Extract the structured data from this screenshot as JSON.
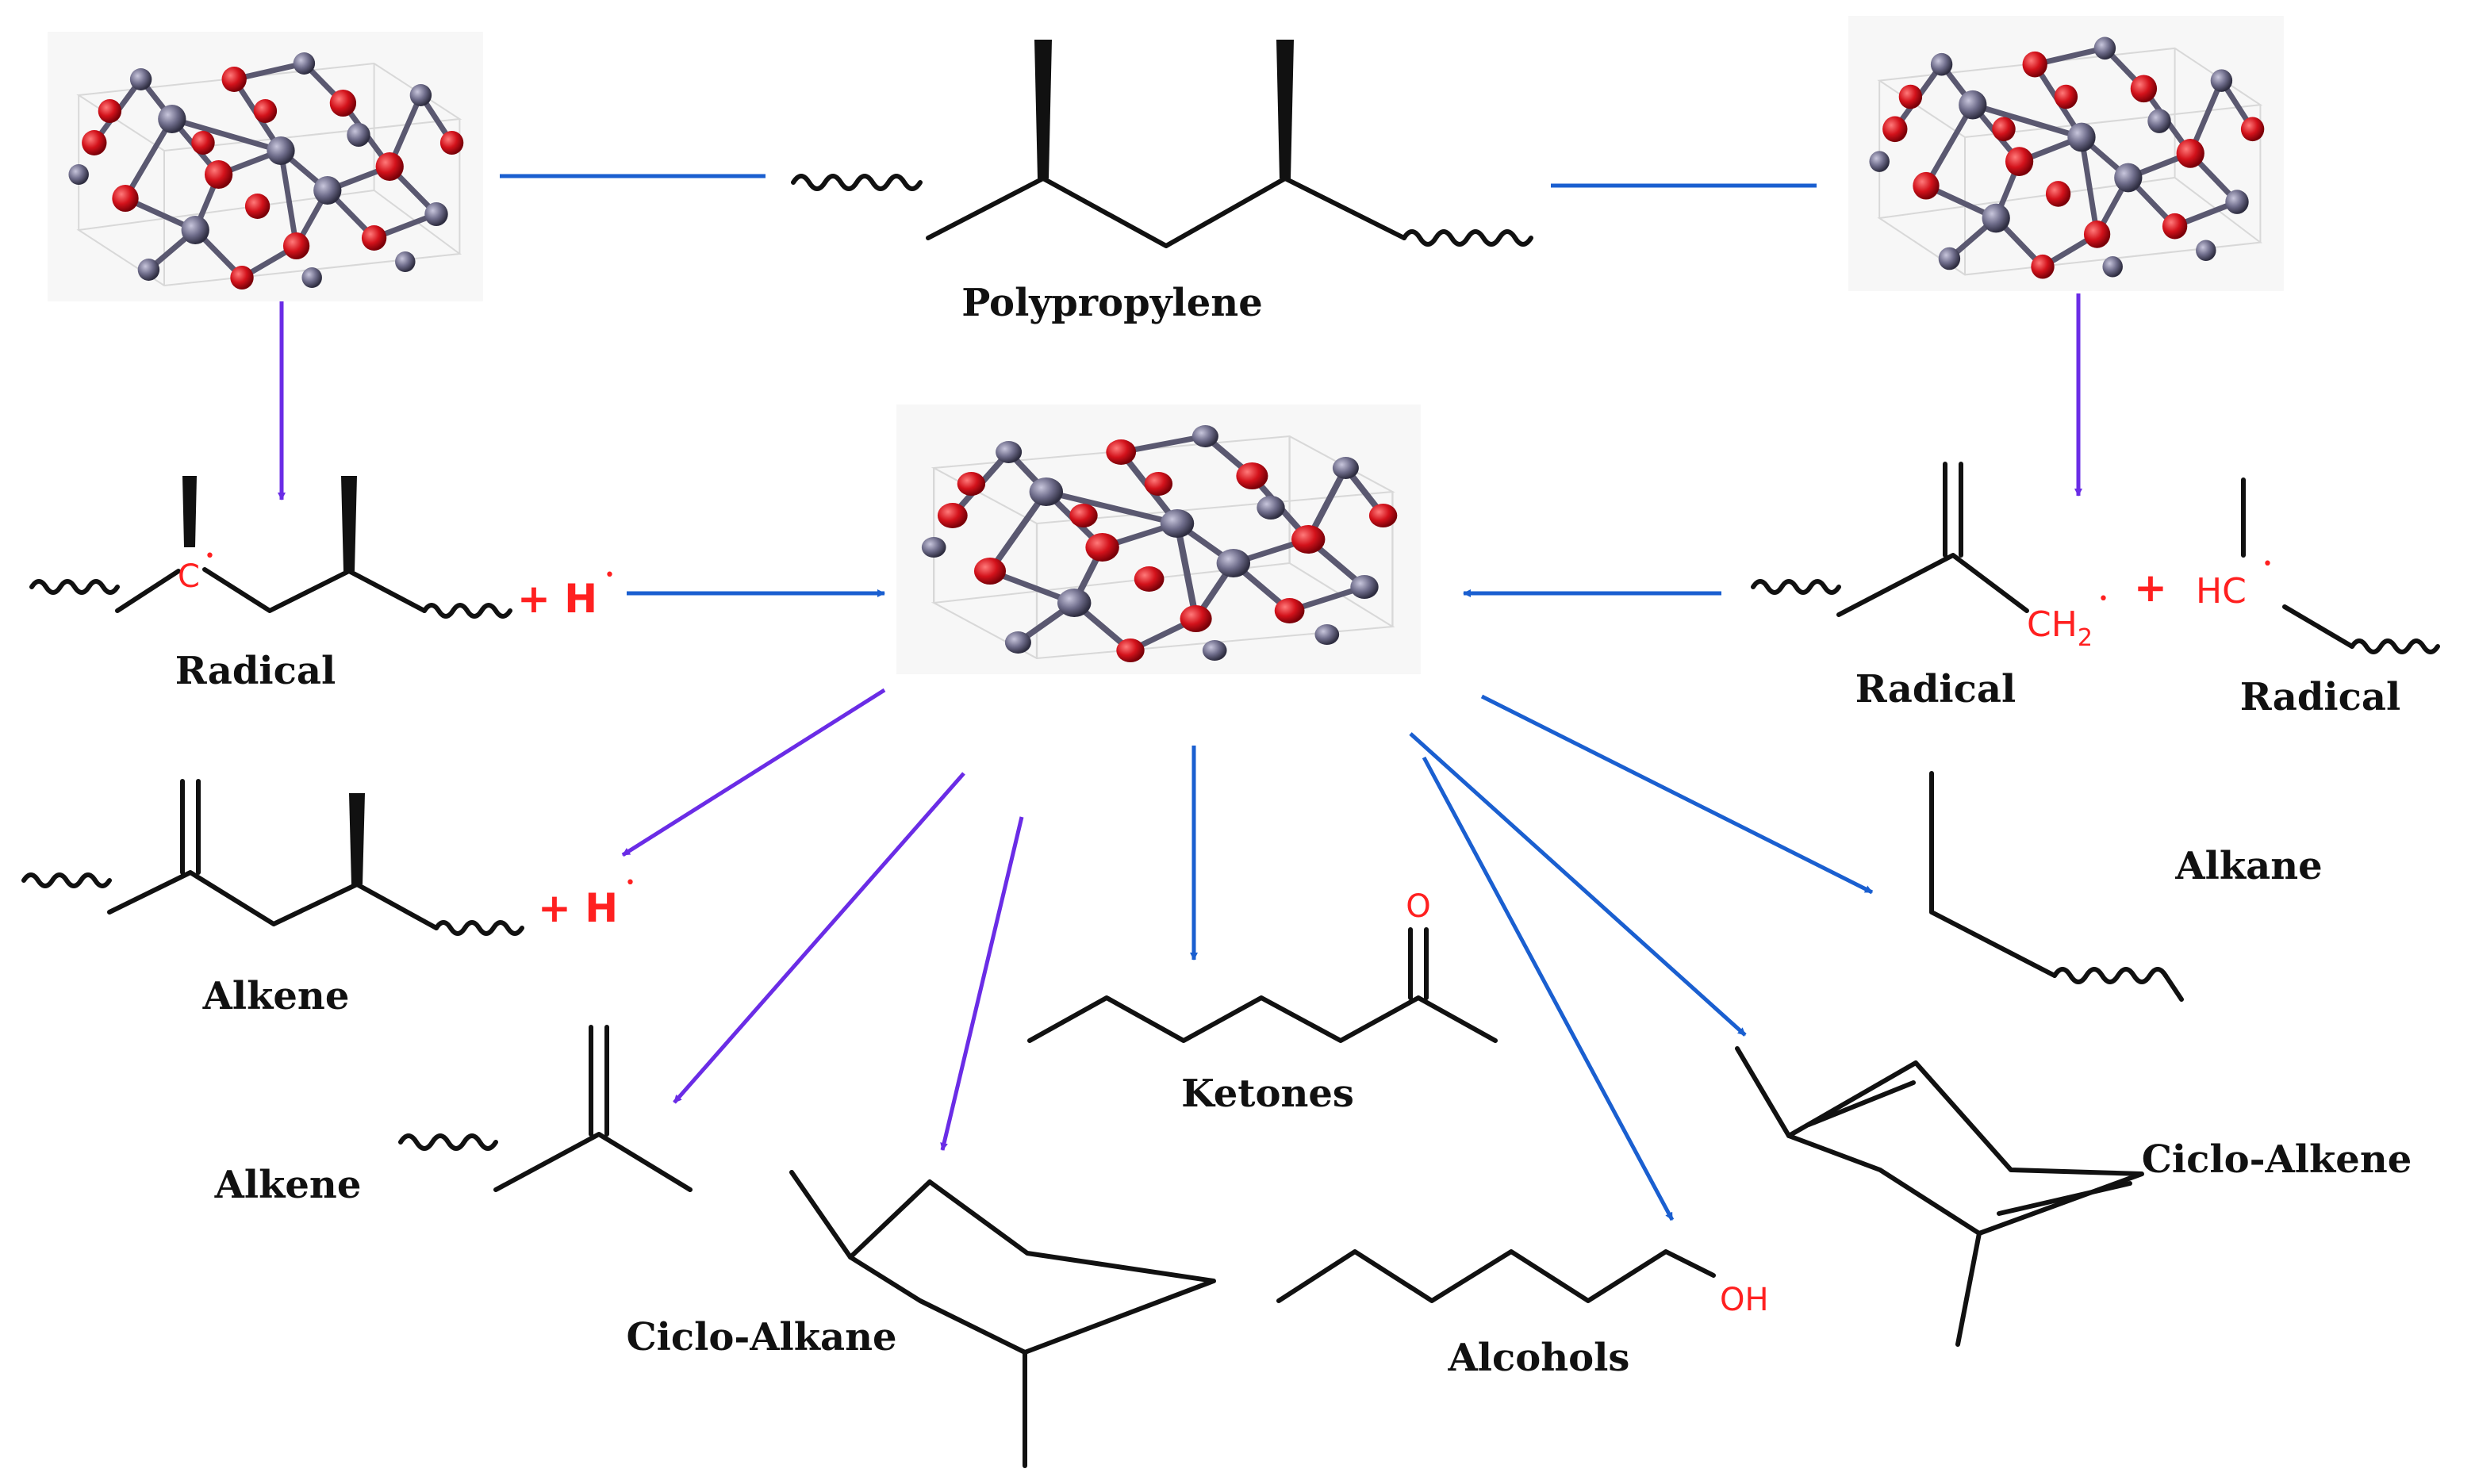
{
  "colors": {
    "blue_arrow": "#1a5fd0",
    "purple_arrow": "#6a2ce6",
    "highlight_red": "#ff2020",
    "oxygen_atom": "#d3121b",
    "metal_atom": "#6e6c8a",
    "bond": "#111111"
  },
  "icons": {
    "crystal": "metal-oxide-crystal-structure-icon"
  },
  "labels": {
    "polypropylene": "Polypropylene",
    "radical_left": "Radical",
    "radical_right_1": "Radical",
    "radical_right_2": "Radical",
    "alkene_1": "Alkene",
    "alkene_2": "Alkene",
    "ketones": "Ketones",
    "ciclo_alkane": "Ciclo-Alkane",
    "alcohols": "Alcohols",
    "ciclo_alkene": "Ciclo-Alkene",
    "alkane": "Alkane"
  },
  "chem_text": {
    "c_radical": "C",
    "h_radical_left": "+ H",
    "h_radical_alkene": "+ H",
    "ch2": "CH",
    "ch2_sub": "2",
    "plus": "+",
    "hc": "HC",
    "oxygen": "O",
    "oh": "OH",
    "dot": "•"
  }
}
